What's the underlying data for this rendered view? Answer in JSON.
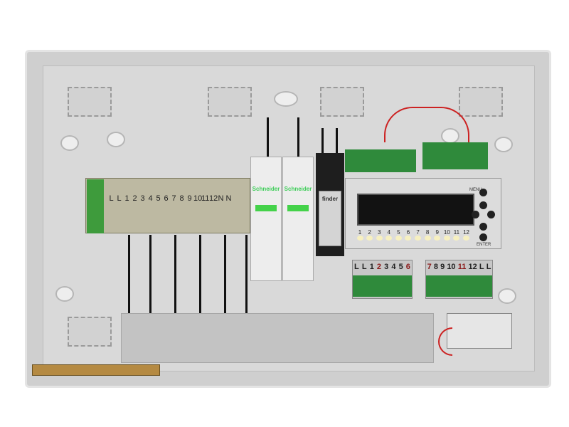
{
  "breakers": [
    {
      "brand": "Schneider"
    },
    {
      "brand": "Schneider"
    }
  ],
  "relay": {
    "brand": "finder"
  },
  "left_terminal_labels": [
    "L",
    "L",
    "1",
    "2",
    "3",
    "4",
    "5",
    "6",
    "7",
    "8",
    "9",
    "10",
    "11",
    "12",
    "N",
    "N"
  ],
  "controller": {
    "led_labels": [
      "1",
      "2",
      "3",
      "4",
      "5",
      "6",
      "7",
      "8",
      "9",
      "10",
      "11",
      "12"
    ],
    "menu_label": "MENU",
    "enter_label": "ENTER"
  },
  "io_bottom_left": [
    "L",
    "L",
    "1",
    "2",
    "3",
    "4",
    "5",
    "6"
  ],
  "io_bottom_right": [
    "7",
    "8",
    "9",
    "10",
    "11",
    "12",
    "L",
    "L"
  ]
}
